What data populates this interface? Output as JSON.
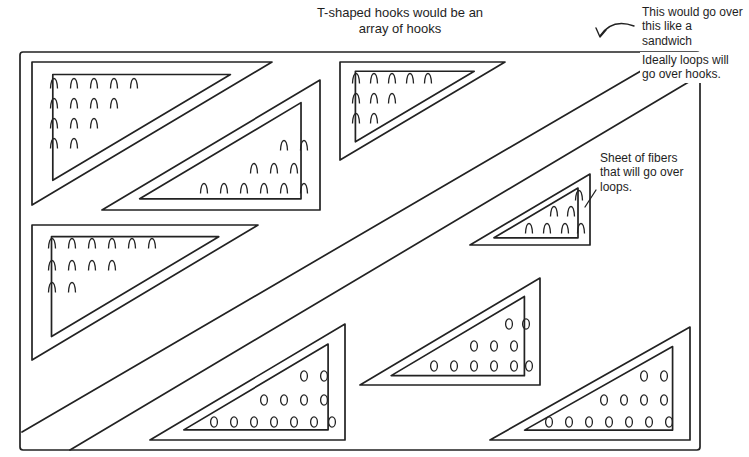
{
  "diagram": {
    "labels": [
      "T-shaped hooks would be an array of hooks",
      "This would go over this like a sandwich",
      "Ideally loops will go over hooks.",
      "Sheet of fibers that will go over loops."
    ]
  }
}
